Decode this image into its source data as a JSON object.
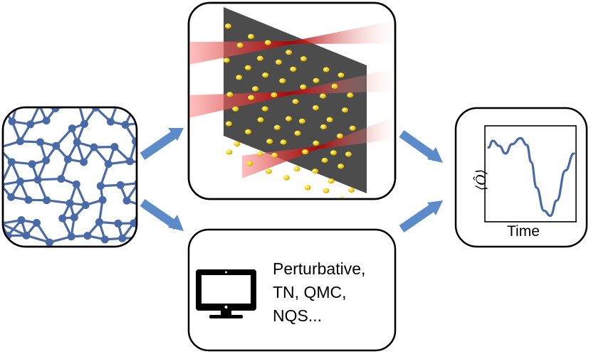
{
  "methods": {
    "lines": [
      "Perturbative,",
      "TN, QMC,",
      "NQS..."
    ]
  },
  "observable": {
    "ylabel": "⟨Ô⟩",
    "xlabel": "Time",
    "curve": [
      [
        0,
        0.82
      ],
      [
        0.04,
        0.9
      ],
      [
        0.1,
        0.84
      ],
      [
        0.16,
        0.75
      ],
      [
        0.22,
        0.86
      ],
      [
        0.3,
        0.93
      ],
      [
        0.36,
        0.85
      ],
      [
        0.4,
        0.65
      ],
      [
        0.45,
        0.35
      ],
      [
        0.52,
        0.08
      ],
      [
        0.58,
        0.02
      ],
      [
        0.64,
        0.2
      ],
      [
        0.72,
        0.55
      ],
      [
        0.8,
        0.75
      ]
    ]
  },
  "colors": {
    "network": "#4a6aa7",
    "arrow": "#5b8bc9",
    "sheet": "#3d3d3d",
    "atom": "#f2d21b",
    "laser": "#c81414",
    "curve": "#4a6aa7"
  },
  "icons": {
    "computer": "monitor-icon"
  }
}
